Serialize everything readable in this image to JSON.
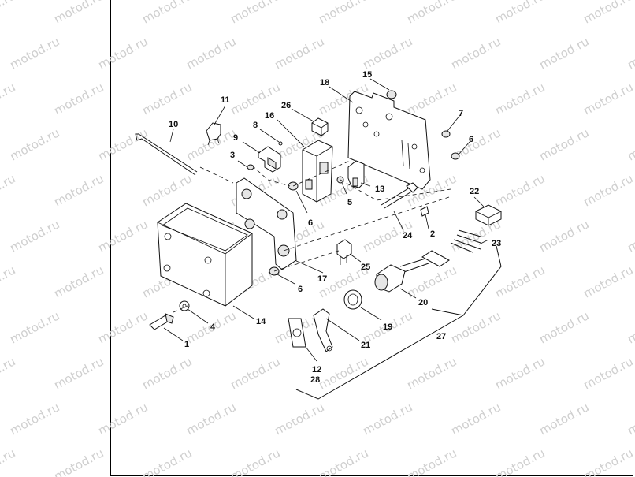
{
  "watermark": "motod.ru",
  "callouts": {
    "c1": "1",
    "c2": "2",
    "c3": "3",
    "c4": "4",
    "c5": "5",
    "c6a": "6",
    "c6b": "6",
    "c6c": "6",
    "c7": "7",
    "c8": "8",
    "c9": "9",
    "c10": "10",
    "c11": "11",
    "c12": "12",
    "c13": "13",
    "c14": "14",
    "c15": "15",
    "c16": "16",
    "c17": "17",
    "c18": "18",
    "c19": "19",
    "c20": "20",
    "c21": "21",
    "c22": "22",
    "c23": "23",
    "c24": "24",
    "c25": "25",
    "c26": "26",
    "c27": "27",
    "c28": "28"
  }
}
